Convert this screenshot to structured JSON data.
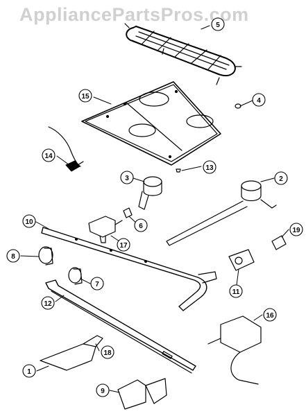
{
  "watermark": "AppliancePartsPros.com",
  "callouts": [
    {
      "id": "c1",
      "label": "1"
    },
    {
      "id": "c2",
      "label": "2"
    },
    {
      "id": "c3",
      "label": "3"
    },
    {
      "id": "c4",
      "label": "4"
    },
    {
      "id": "c5",
      "label": "5"
    },
    {
      "id": "c6",
      "label": "6"
    },
    {
      "id": "c7",
      "label": "7"
    },
    {
      "id": "c8",
      "label": "8"
    },
    {
      "id": "c9",
      "label": "9"
    },
    {
      "id": "c10",
      "label": "10"
    },
    {
      "id": "c11",
      "label": "11"
    },
    {
      "id": "c12",
      "label": "12"
    },
    {
      "id": "c13",
      "label": "13"
    },
    {
      "id": "c14",
      "label": "14"
    },
    {
      "id": "c15",
      "label": "15"
    },
    {
      "id": "c16",
      "label": "16"
    },
    {
      "id": "c17",
      "label": "17"
    },
    {
      "id": "c18",
      "label": "18"
    },
    {
      "id": "c19",
      "label": "19"
    }
  ],
  "colors": {
    "ink": "#000000",
    "watermark": "#d0d0d0",
    "background": "#ffffff"
  }
}
